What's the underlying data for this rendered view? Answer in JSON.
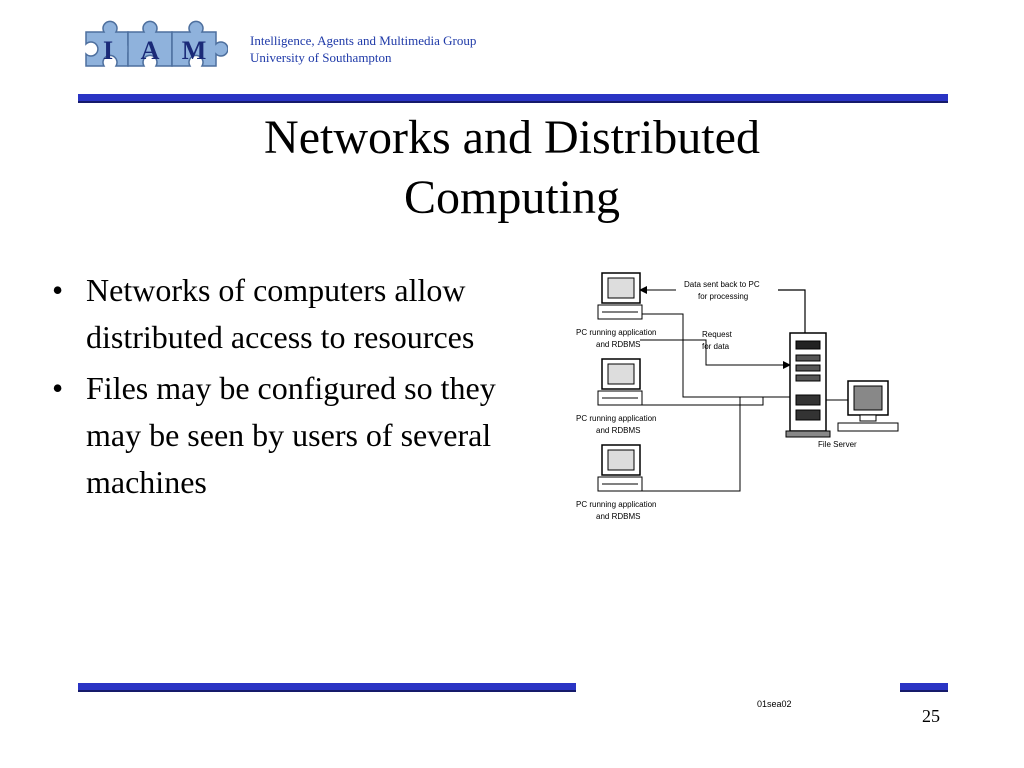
{
  "header": {
    "logo_letters": [
      "I",
      "A",
      "M"
    ],
    "org_line1": "Intelligence, Agents and  Multimedia Group",
    "org_line2": "University of  Southampton"
  },
  "slide": {
    "title_line1": "Networks and Distributed",
    "title_line2": "Computing",
    "bullets": [
      "Networks of computers allow distributed access to resources",
      "Files may be configured so they may be seen by users of several machines"
    ],
    "bullet_glyph": "•"
  },
  "diagram": {
    "label_data_back_1": "Data sent back to PC",
    "label_data_back_2": "for processing",
    "label_request_1": "Request",
    "label_request_2": "for data",
    "pc_label_1": "PC running application",
    "pc_label_2": "and RDBMS",
    "server_label": "File Server"
  },
  "footer": {
    "file_code": "01sea02",
    "page_number": "25"
  },
  "colors": {
    "rule": "#2a34c4",
    "org_text": "#1f3aa8",
    "logo_piece": "#8fb2dc"
  }
}
